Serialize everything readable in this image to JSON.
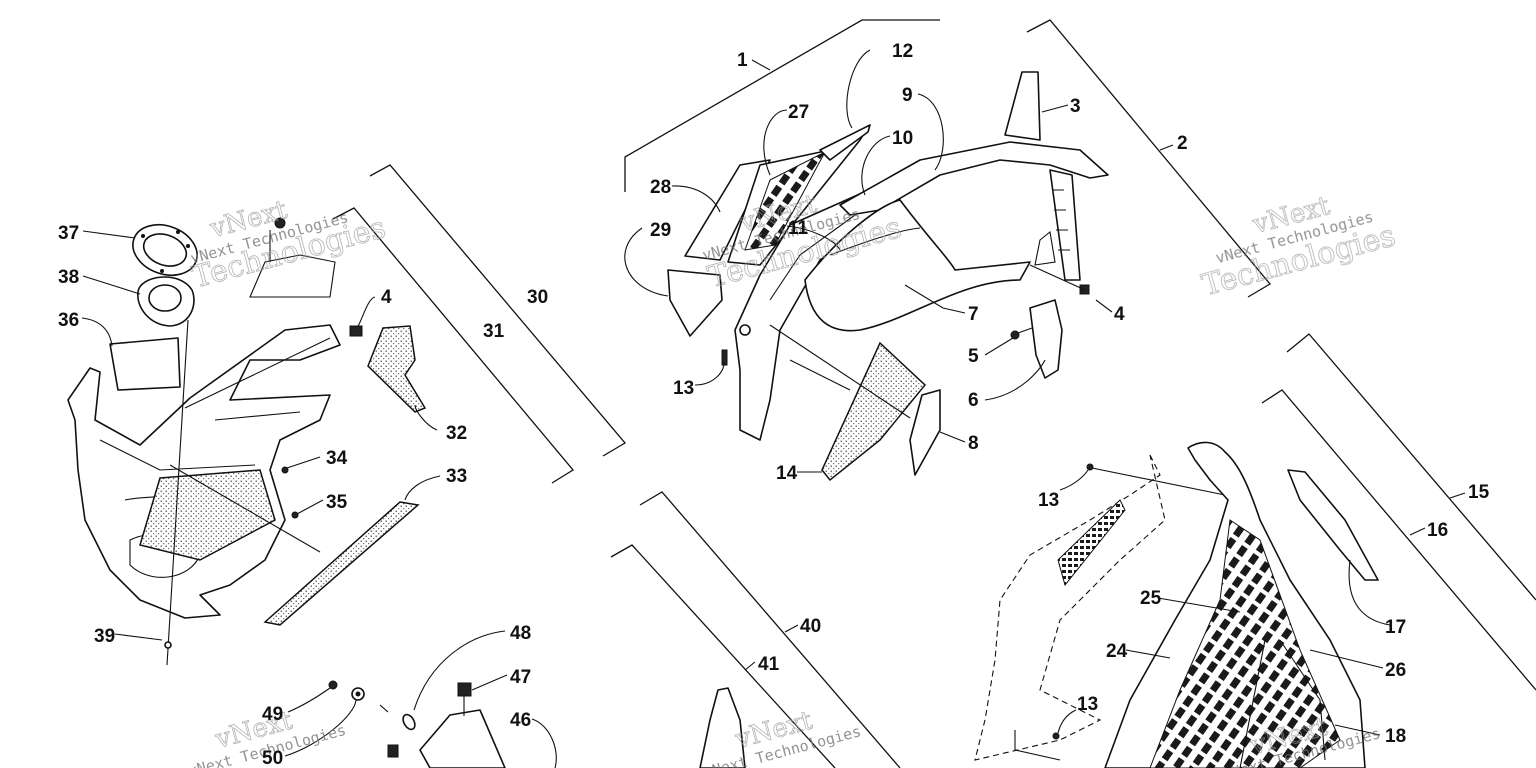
{
  "callouts": {
    "c1": "1",
    "c2": "2",
    "c3": "3",
    "c4a": "4",
    "c4b": "4",
    "c5": "5",
    "c6": "6",
    "c7": "7",
    "c8": "8",
    "c9": "9",
    "c10": "10",
    "c11": "11",
    "c12": "12",
    "c13a": "13",
    "c13b": "13",
    "c13c": "13",
    "c14": "14",
    "c15": "15",
    "c16": "16",
    "c17": "17",
    "c18": "18",
    "c24": "24",
    "c25": "25",
    "c26": "26",
    "c27": "27",
    "c28": "28",
    "c29": "29",
    "c30": "30",
    "c31": "31",
    "c32": "32",
    "c33": "33",
    "c34": "34",
    "c35": "35",
    "c36": "36",
    "c37": "37",
    "c38": "38",
    "c39": "39",
    "c40": "40",
    "c41": "41",
    "c46": "46",
    "c47": "47",
    "c48": "48",
    "c49": "49",
    "c50": "50"
  },
  "watermark": {
    "brand": "vNext",
    "company": "vNext Technologies",
    "word": "Technologies"
  }
}
